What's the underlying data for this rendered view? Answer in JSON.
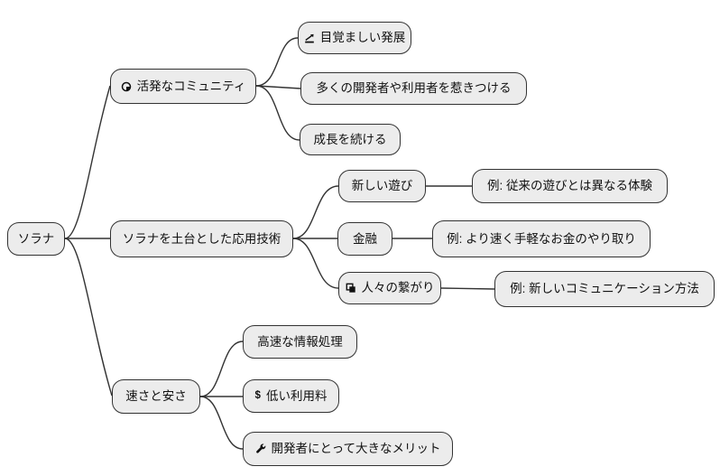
{
  "diagram_type": "mindmap",
  "colors": {
    "background": "#ffffff",
    "node_fill": "#ececec",
    "node_border": "#333333",
    "link": "#333333",
    "text": "#111111"
  },
  "icons": {
    "dollar": "$"
  },
  "mindmap": {
    "root": {
      "label": "ソラナ"
    },
    "branches": [
      {
        "label": "活発なコミュニティ",
        "icon": "pie-circle",
        "children": [
          {
            "label": "目覚ましい発展",
            "icon": "chart-line"
          },
          {
            "label": "多くの開発者や利用者を惹きつける"
          },
          {
            "label": "成長を続ける"
          }
        ]
      },
      {
        "label": "ソラナを土台とした応用技術",
        "children": [
          {
            "label": "新しい遊び",
            "example": "例: 従来の遊びとは異なる体験"
          },
          {
            "label": "金融",
            "example": "例: より速く手軽なお金のやり取り"
          },
          {
            "label": "人々の繋がり",
            "icon": "overlapping-squares",
            "example": "例: 新しいコミュニケーション方法"
          }
        ]
      },
      {
        "label": "速さと安さ",
        "children": [
          {
            "label": "高速な情報処理"
          },
          {
            "label": "低い利用料",
            "icon": "dollar"
          },
          {
            "label": "開発者にとって大きなメリット",
            "icon": "wrench"
          }
        ]
      }
    ]
  }
}
